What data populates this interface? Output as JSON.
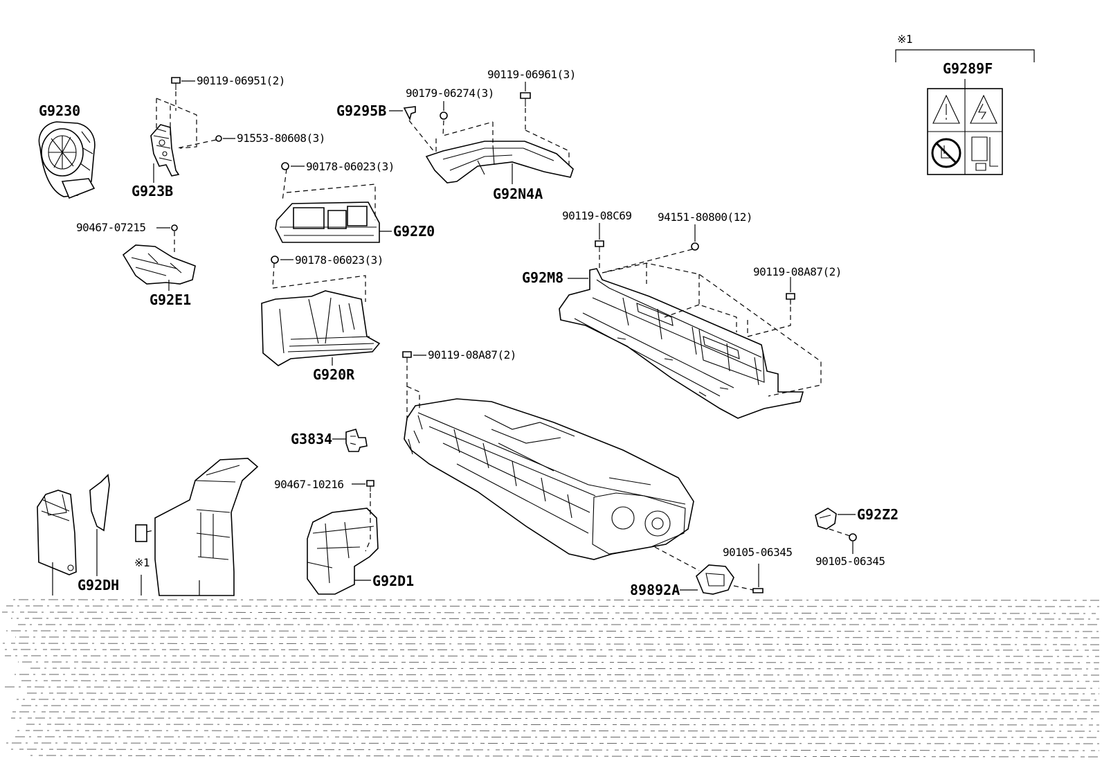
{
  "diagram": {
    "labels": {
      "g9230": "G9230",
      "g923b": "G923B",
      "p90119_06951": "90119-06951(2)",
      "p91553_80608": "91553-80608(3)",
      "p90467_07215": "90467-07215",
      "g92e1": "G92E1",
      "p90178_06023_a": "90178-06023(3)",
      "g92z0": "G92Z0",
      "p90178_06023_b": "90178-06023(3)",
      "g920r": "G920R",
      "g9295b": "G9295B",
      "p90179_06274": "90179-06274(3)",
      "p90119_06961": "90119-06961(3)",
      "g92n4a": "G92N4A",
      "g9289f": "G9289F",
      "note_mark_top": "※1",
      "p90119_08c69": "90119-08C69",
      "p94151_80800": "94151-80800(12)",
      "g92m8": "G92M8",
      "p90119_08a87_right": "90119-08A87(2)",
      "p90119_08a87_mid": "90119-08A87(2)",
      "g3834": "G3834",
      "p90467_10216": "90467-10216",
      "g92d1": "G92D1",
      "g92dh": "G92DH",
      "note_mark_bottom": "※1",
      "g92z2": "G92Z2",
      "p90105_06345_a": "90105-06345",
      "p90105_06345_b": "90105-06345",
      "p89892a": "89892A"
    }
  }
}
